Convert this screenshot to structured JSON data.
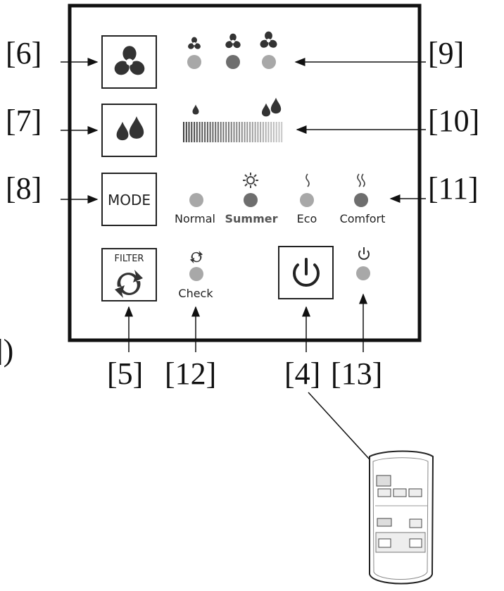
{
  "callouts": {
    "c4": "[4]",
    "c5": "[5]",
    "c6": "[6]",
    "c7": "[7]",
    "c8": "[8]",
    "c9": "[9]",
    "c10": "[10]",
    "c11": "[11]",
    "c12": "[12]",
    "c13": "[13]",
    "edge_fragment": "])"
  },
  "buttons": {
    "mode_label": "MODE",
    "filter_label": "FILTER"
  },
  "mode_leds": {
    "normal": "Normal",
    "summer": "Summer",
    "eco": "Eco",
    "comfort": "Comfort"
  },
  "check_label": "Check",
  "colors": {
    "frame": "#111111",
    "led_light": "#a8a8a8",
    "led_dark": "#6e6e6e"
  },
  "icons": [
    "fan-icon",
    "water-drops-icon",
    "filter-cycle-icon",
    "power-icon",
    "sun-icon",
    "wave-icon",
    "double-wave-icon"
  ]
}
